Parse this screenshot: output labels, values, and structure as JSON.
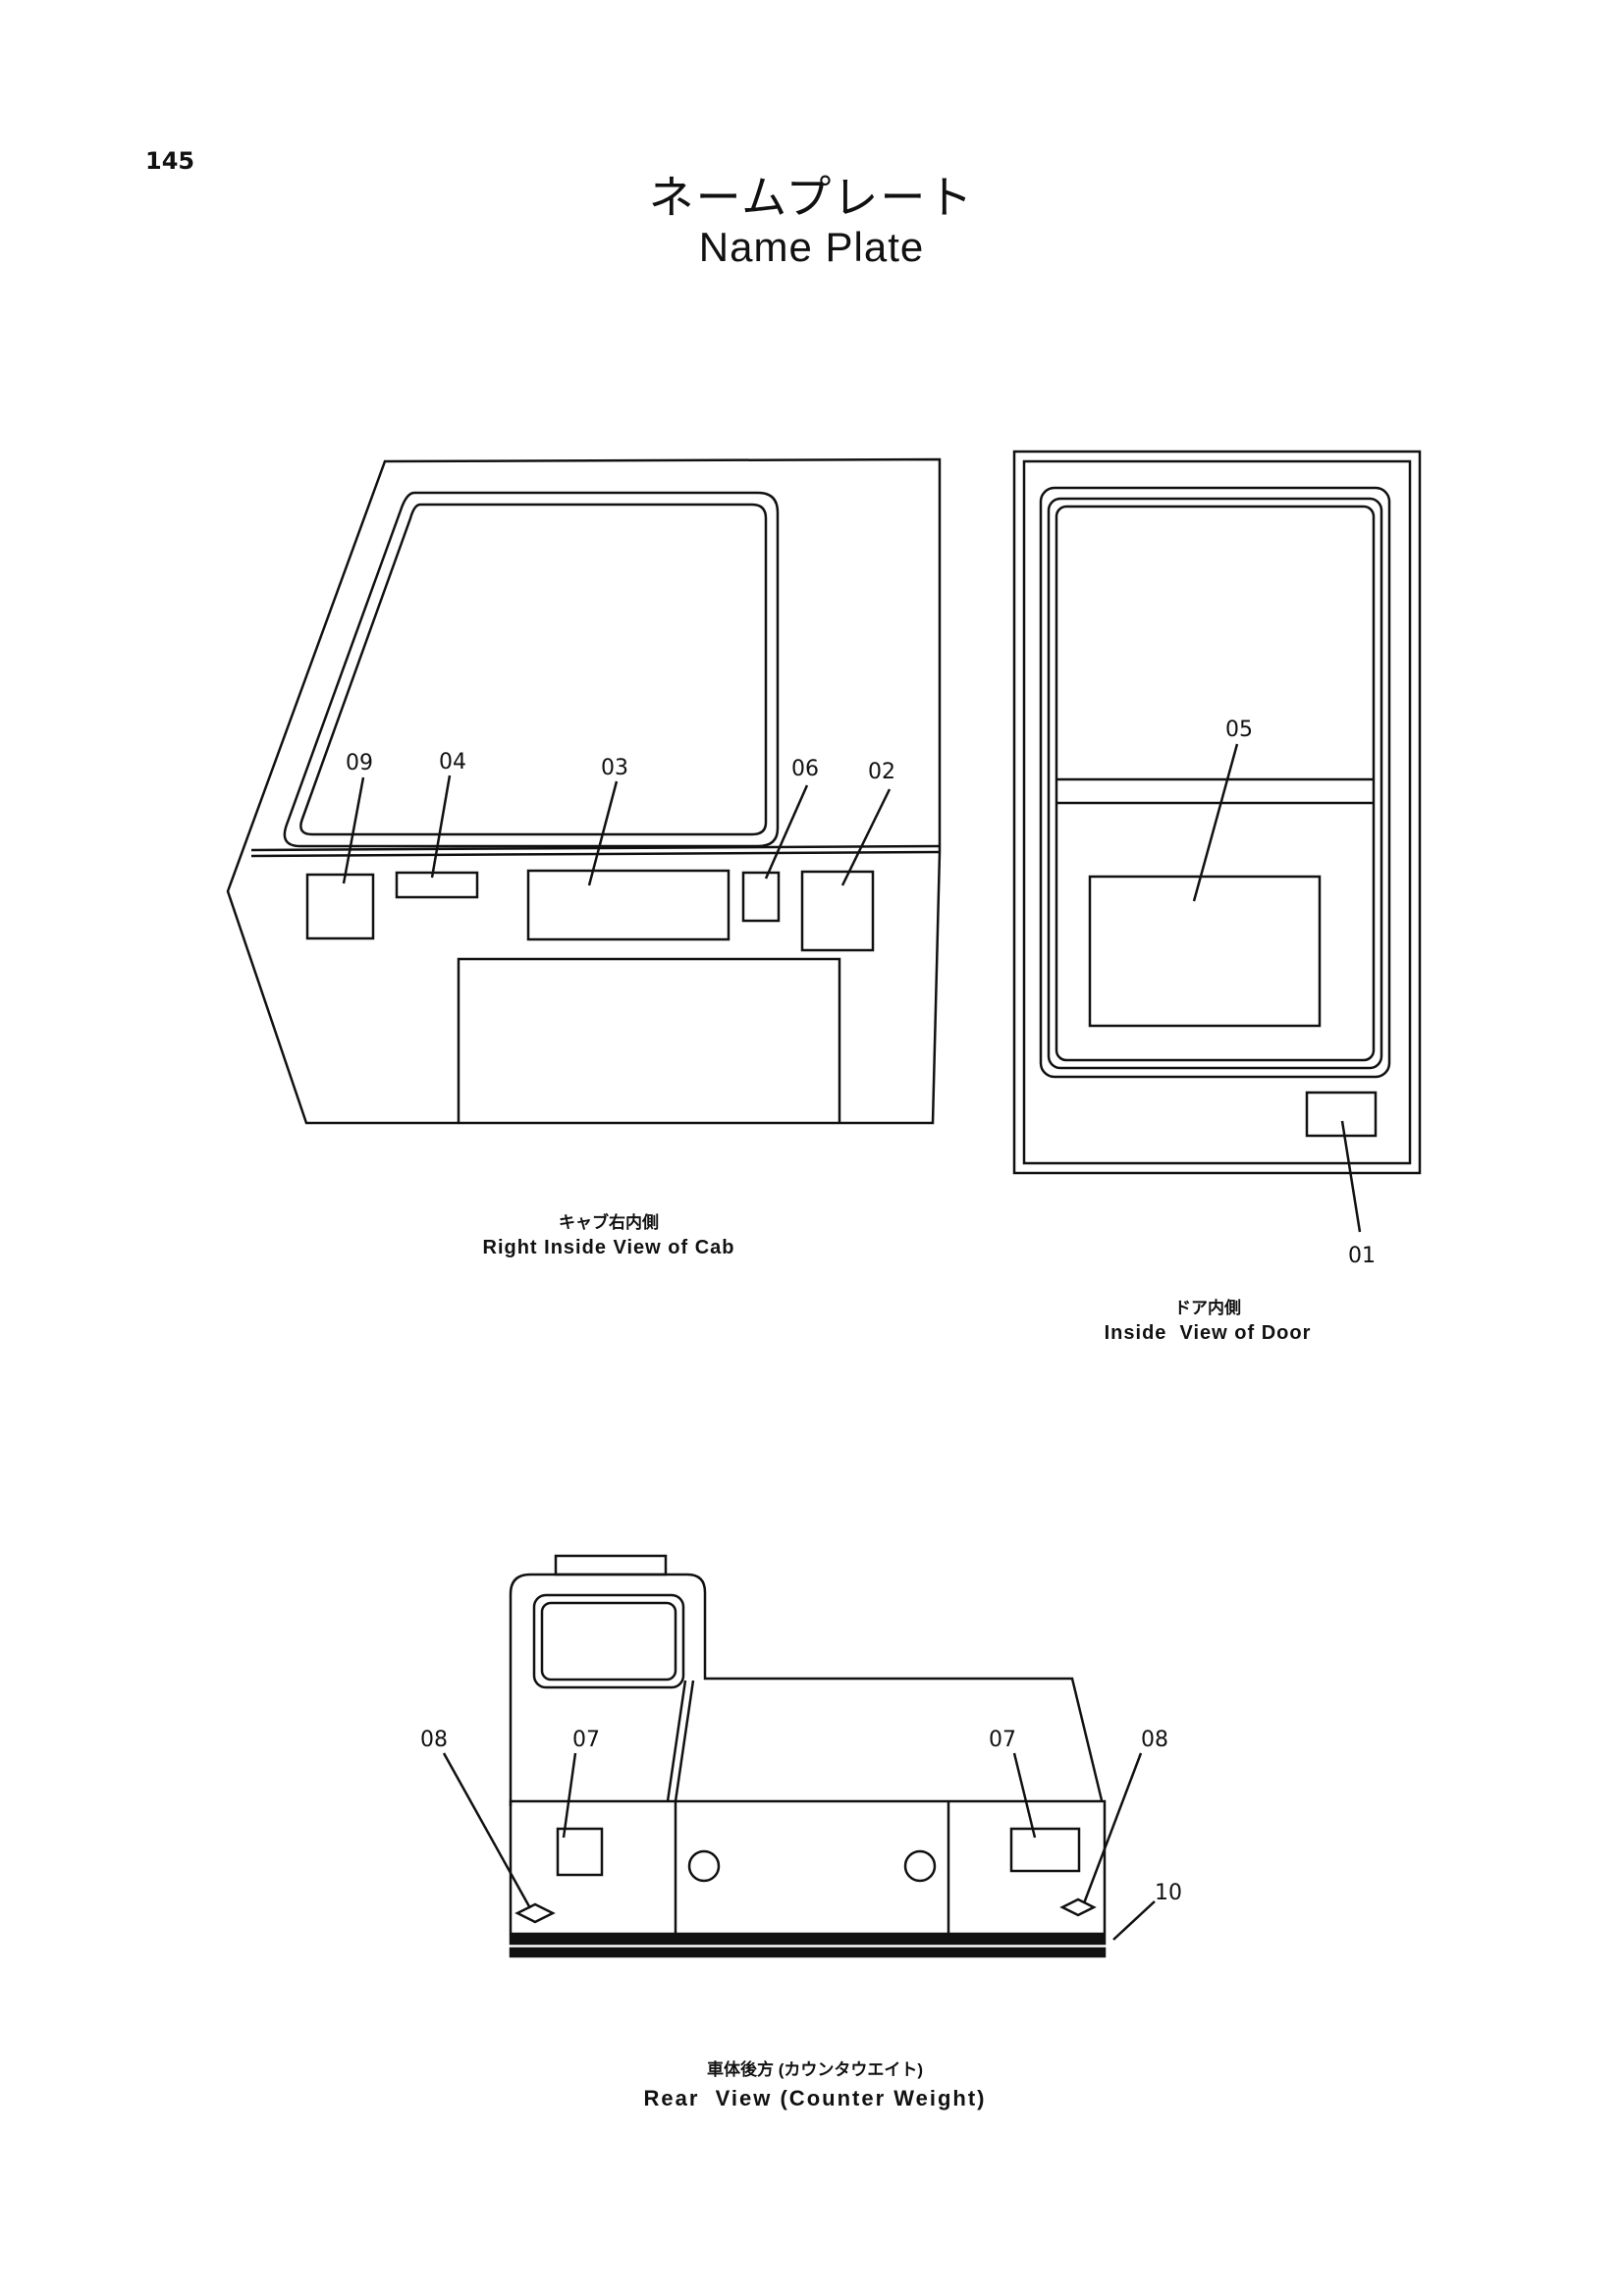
{
  "page": {
    "number": "145"
  },
  "title": {
    "ja": "ネームプレート",
    "en": "Name Plate"
  },
  "views": {
    "cab": {
      "caption_ja": "キャブ右内側",
      "caption_en": "Right Inside View of Cab"
    },
    "door": {
      "caption_ja": "ドア内側",
      "caption_en": "Inside  View of Door"
    },
    "rear": {
      "caption_ja": "車体後方 (カウンタウエイト)",
      "caption_en": "Rear  View (Counter Weight)"
    }
  },
  "callouts": {
    "c01": "01",
    "c02": "02",
    "c03": "03",
    "c04": "04",
    "c05": "05",
    "c06": "06",
    "c07a": "07",
    "c07b": "07",
    "c08a": "08",
    "c08b": "08",
    "c09": "09",
    "c10": "10"
  }
}
